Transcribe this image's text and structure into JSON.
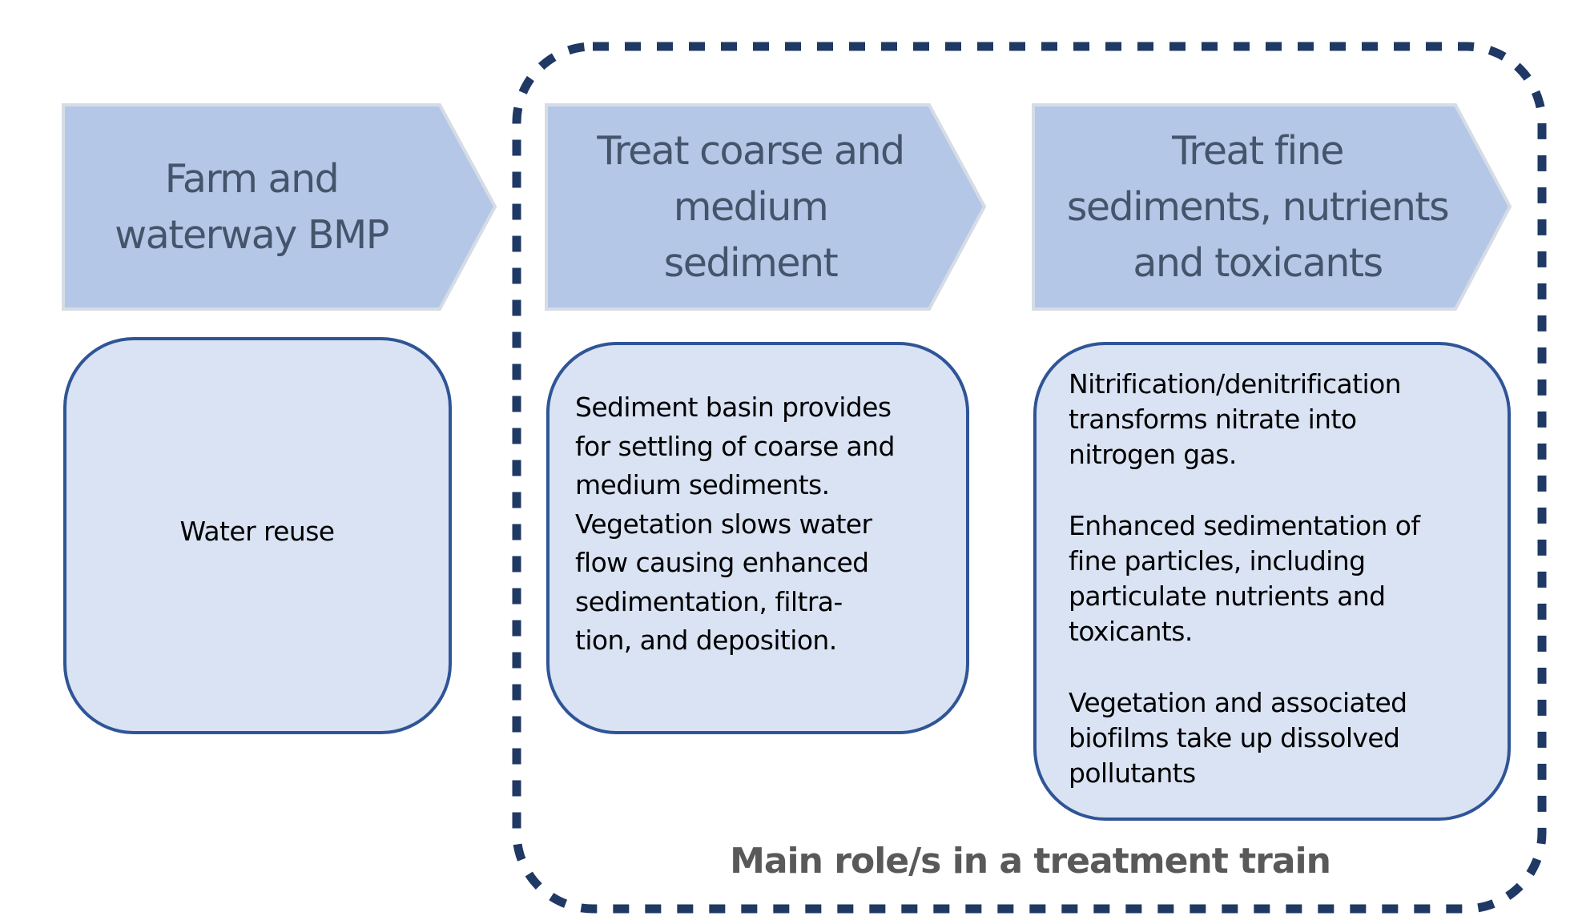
{
  "colors": {
    "chevron_fill": "#B4C7E7",
    "chevron_border": "#D6DCE5",
    "chevron_text": "#44546A",
    "box_fill": "#DAE3F3",
    "box_border": "#2F5597",
    "dashed_border": "#1F3864",
    "caption_text": "#595959"
  },
  "stages": [
    {
      "heading": "Farm and\nwaterway BMP",
      "role": "Water reuse"
    },
    {
      "heading": "Treat coarse and\nmedium\nsediment",
      "role": "Sediment basin provides\nfor settling of coarse and\nmedium sediments.\nVegetation slows water\nflow causing enhanced\nsedimentation, filtra-\ntion, and deposition."
    },
    {
      "heading": "Treat fine\nsediments, nutrients\nand toxicants",
      "role": "Nitrification/denitrification\ntransforms nitrate into\nnitrogen gas.\n\nEnhanced sedimentation of\nfine particles, including\nparticulate nutrients and\ntoxicants.\n\nVegetation and associated\nbiofilms take up dissolved\npollutants"
    }
  ],
  "group": {
    "caption": "Main role/s in a treatment train"
  }
}
